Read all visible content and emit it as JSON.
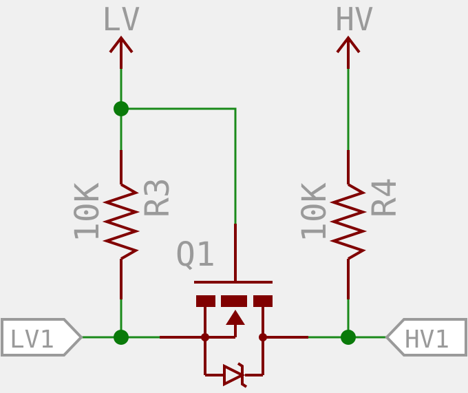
{
  "supplies": {
    "low": {
      "label": "LV"
    },
    "high": {
      "label": "HV"
    }
  },
  "resistors": [
    {
      "ref": "R3",
      "value": "10K"
    },
    {
      "ref": "R4",
      "value": "10K"
    }
  ],
  "transistor": {
    "ref": "Q1"
  },
  "ports": {
    "left": {
      "label": "LV1"
    },
    "right": {
      "label": "HV1"
    }
  },
  "colors": {
    "wire": "#1a8a1a",
    "component": "#800000",
    "junction": "#0a7a0a",
    "text": "#9a9a9a",
    "background": "#f0f0f0",
    "port_fill": "#ffffff"
  }
}
